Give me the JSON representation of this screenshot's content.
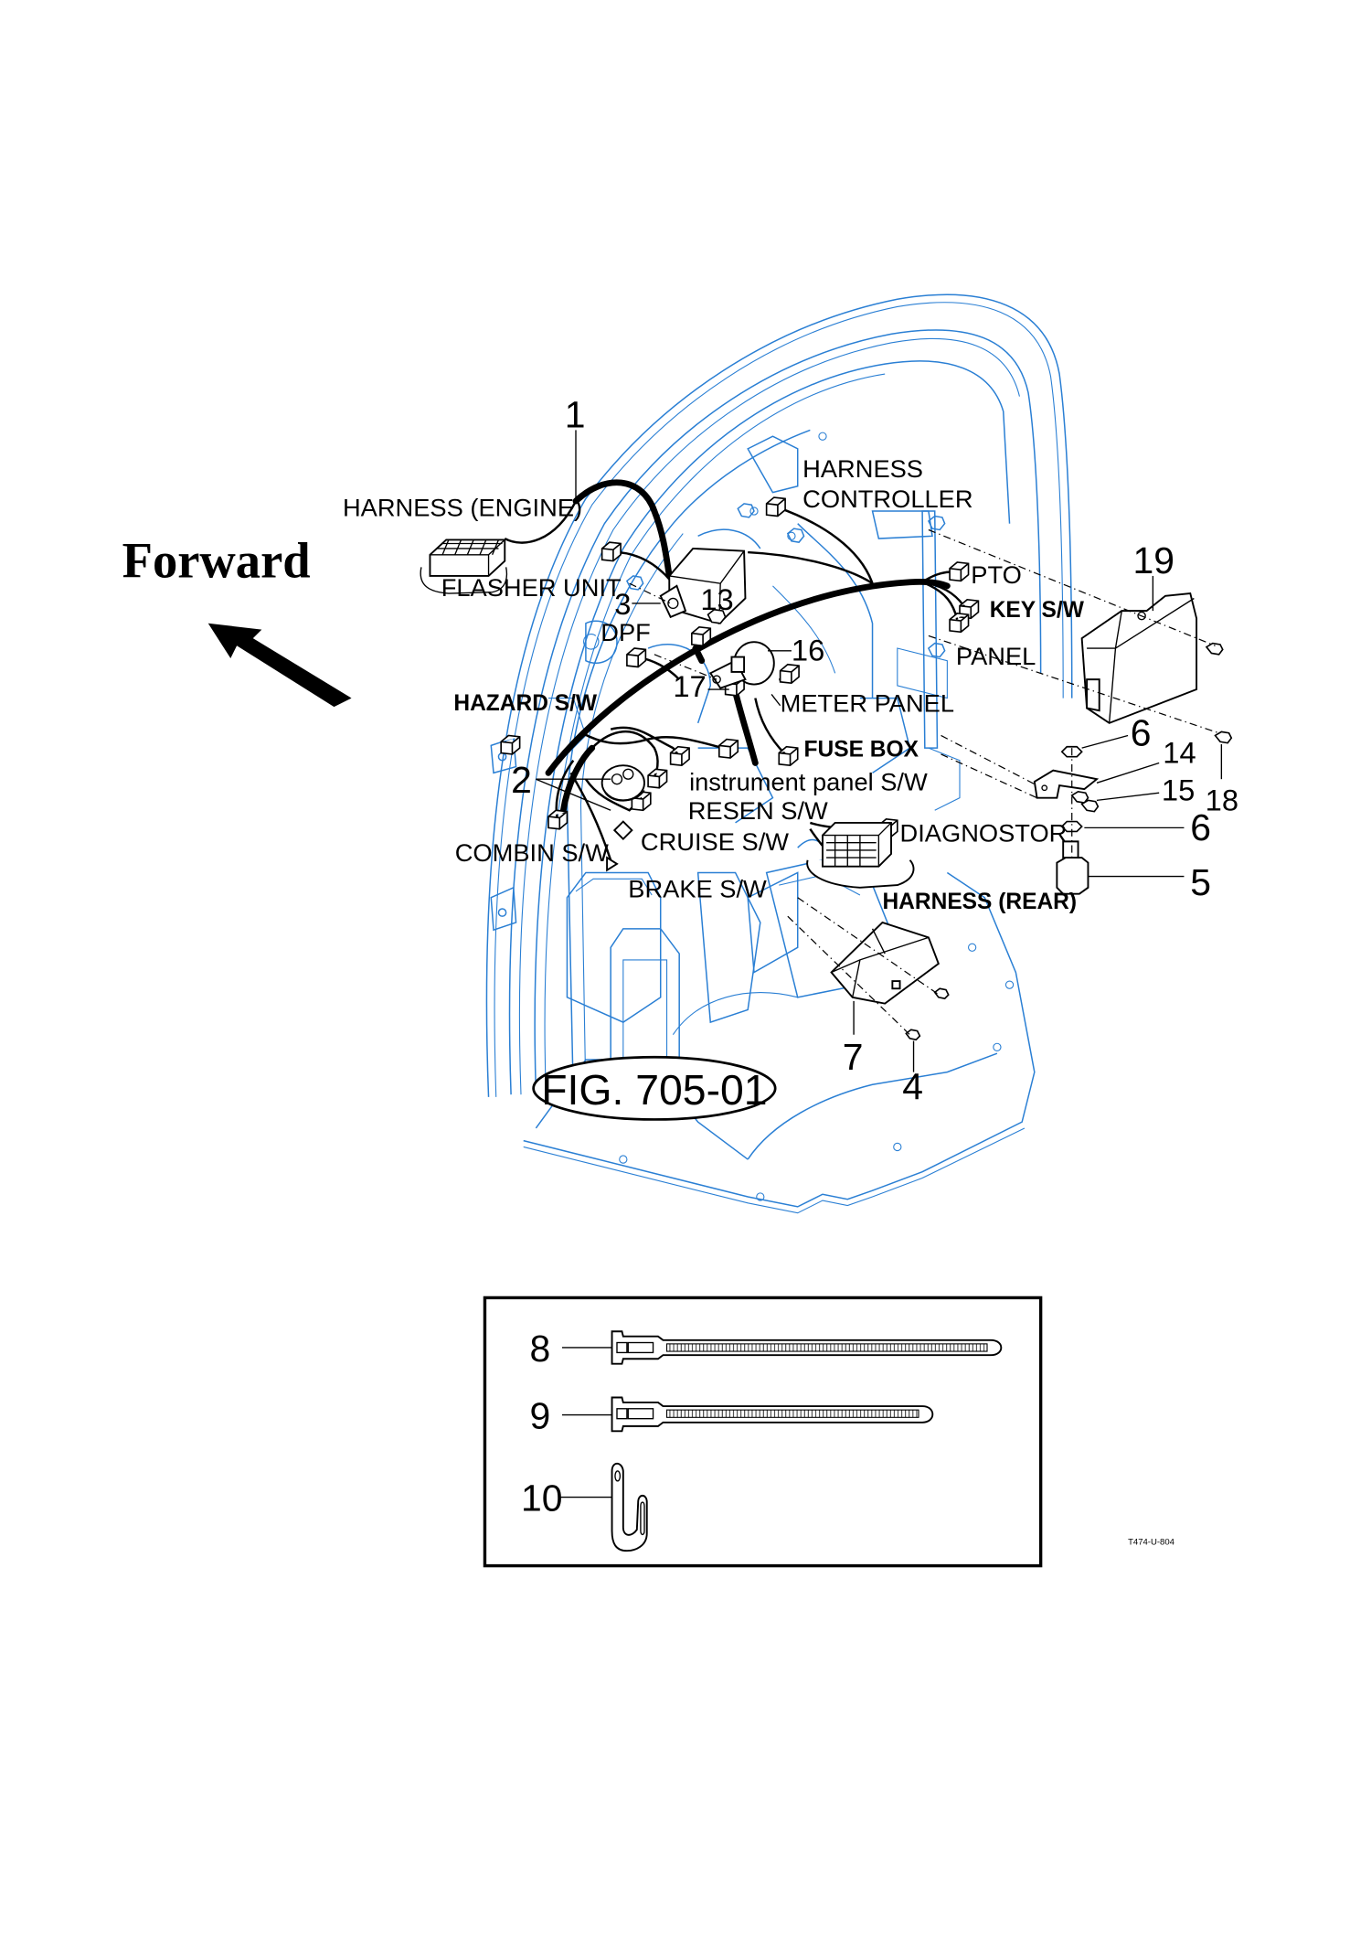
{
  "figure": {
    "title": "FIG. 705-01",
    "drawing_code": "T474-U-804",
    "direction_label": "Forward",
    "line_color": "#2a7fd4"
  },
  "callouts": {
    "n1": "1",
    "n2": "2",
    "n3": "3",
    "n4": "4",
    "n5": "5",
    "n6a": "6",
    "n6b": "6",
    "n7": "7",
    "n13": "13",
    "n14": "14",
    "n15": "15",
    "n16": "16",
    "n17": "17",
    "n18": "18",
    "n19": "19",
    "n8": "8",
    "n9": "9",
    "n10": "10"
  },
  "labels": {
    "harness_engine": "HARNESS (ENGINE)",
    "harness_controller_1": "HARNESS",
    "harness_controller_2": "CONTROLLER",
    "flasher_unit": "FLASHER UNIT",
    "pto": "PTO",
    "key_sw": "KEY S/W",
    "panel": "PANEL",
    "dpf": "DPF",
    "hazard_sw": "HAZARD S/W",
    "meter_panel": "METER PANEL",
    "fuse_box": "FUSE BOX",
    "instrument_panel_sw": "instrument panel S/W",
    "resen_sw": "RESEN S/W",
    "cruise_sw": "CRUISE S/W",
    "diagnostor": "DIAGNOSTOR",
    "combin_sw": "COMBIN S/W",
    "brake_sw": "BRAKE S/W",
    "harness_rear": "HARNESS (REAR)"
  },
  "inset": {
    "parts": [
      "8",
      "9",
      "10"
    ],
    "descriptions": [
      "cable tie (long)",
      "cable tie (short)",
      "clip"
    ]
  }
}
